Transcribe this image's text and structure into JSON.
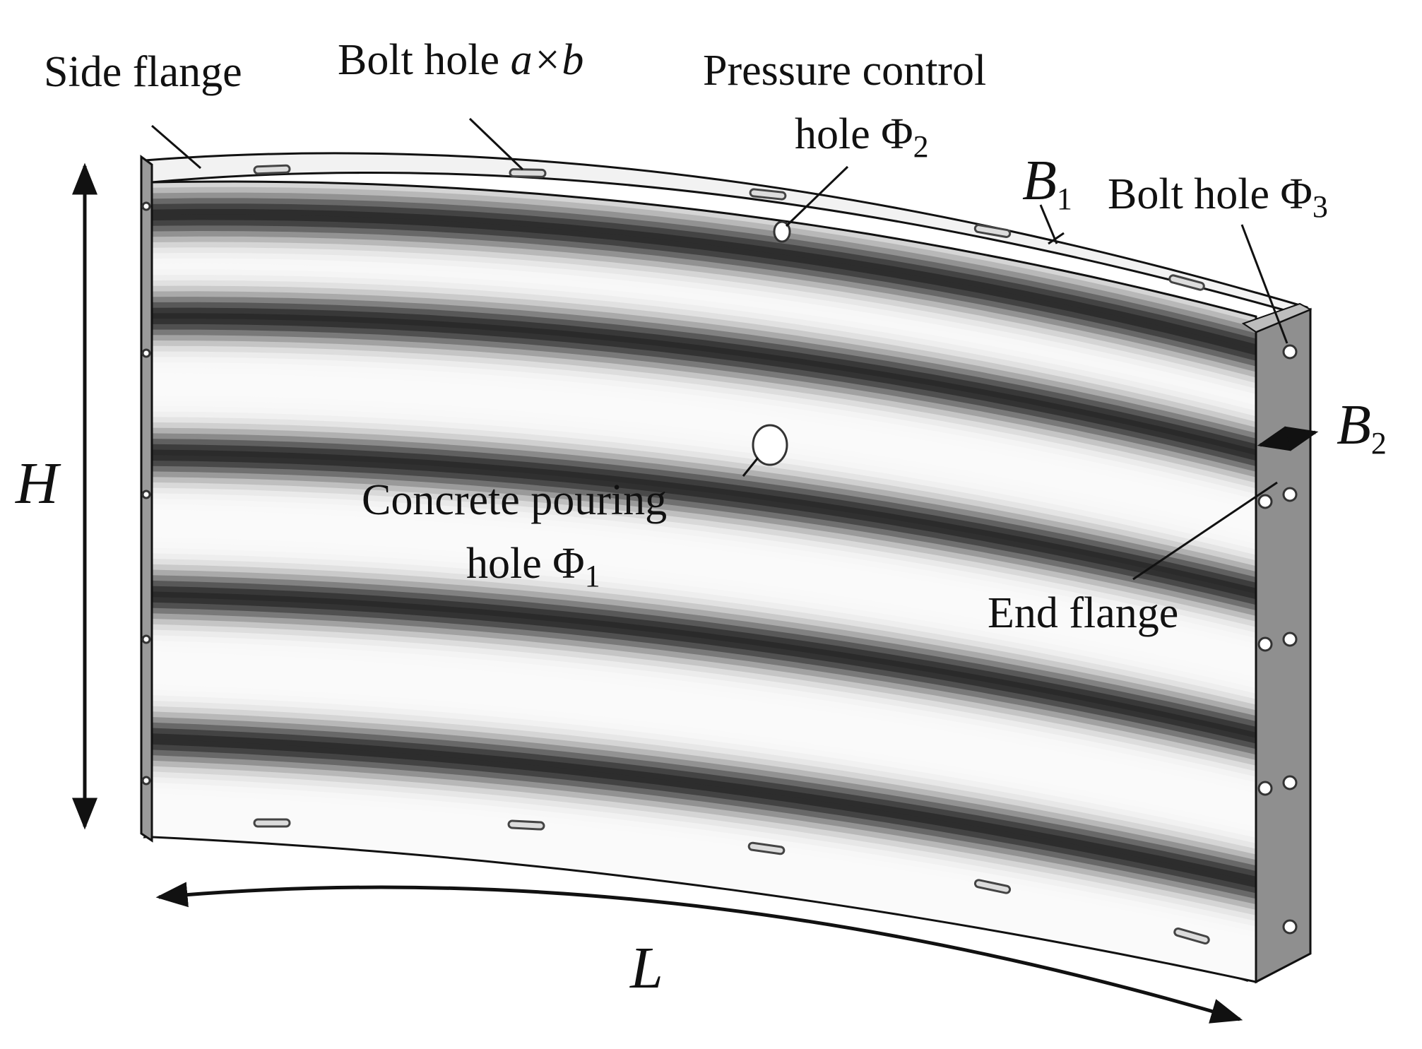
{
  "labels": {
    "side_flange": "Side flange",
    "bolt_hole_slot_prefix": "Bolt hole ",
    "bolt_hole_slot_symbol": "a×b",
    "pressure_line1": "Pressure control",
    "pressure_line2": "hole Φ",
    "pressure_sub": "2",
    "b1": "B",
    "b1_sub": "1",
    "bolt_hole_round": "Bolt hole Φ",
    "bolt_hole_round_sub": "3",
    "b2": "B",
    "b2_sub": "2",
    "h": "H",
    "concrete_line1": "Concrete pouring",
    "concrete_line2": "hole Φ",
    "concrete_sub": "1",
    "end_flange": "End flange",
    "l": "L"
  },
  "colors": {
    "band_dark": "#2a2a2a",
    "band_light": "#fafafa",
    "flange": "#8f8f8f",
    "flange_dark": "#5a5a5a",
    "outline": "#111111"
  }
}
